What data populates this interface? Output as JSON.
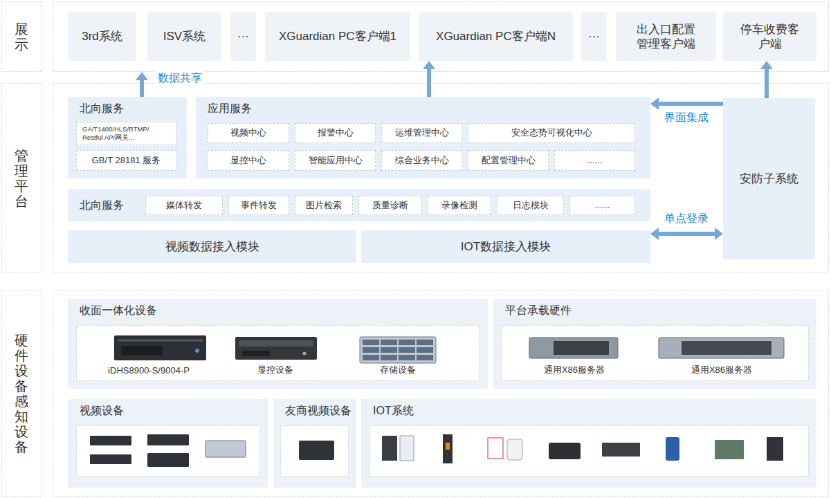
{
  "diagram": {
    "nodes": [
      {
        "text": [
          "展示"
        ]
      },
      {
        "text": [
          "3rd系统"
        ],
        "in": 0
      },
      {
        "text": [
          "ISV系统"
        ],
        "in": 0
      },
      {
        "text": [
          "···"
        ],
        "in": 0
      },
      {
        "text": [
          "XGuardian PC客户端1"
        ],
        "in": 0
      },
      {
        "text": [
          "XGuardian PC客户端N"
        ],
        "in": 0
      },
      {
        "text": [
          "···"
        ],
        "in": 0
      },
      {
        "text": [
          "出入口配置管理客户端"
        ],
        "in": 0
      },
      {
        "text": [
          "停车收费客户端"
        ],
        "in": 0
      },
      {
        "text": [
          "管理平台"
        ]
      },
      {
        "text": [
          "北向服务"
        ],
        "in": 9
      },
      {
        "text": [
          "GA/T1400/HLS/RTMP/ Restful API网关..."
        ],
        "in": 10
      },
      {
        "text": [
          "GB/T 28181 服务"
        ],
        "in": 10
      },
      {
        "text": [
          "应用服务"
        ],
        "in": 9
      },
      {
        "text": [
          "视频中心"
        ],
        "in": 13
      },
      {
        "text": [
          "报警中心"
        ],
        "in": 13
      },
      {
        "text": [
          "运维管理中心"
        ],
        "in": 13
      },
      {
        "text": [
          "安全态势可视化中心"
        ],
        "in": 13
      },
      {
        "text": [
          "显控中心"
        ],
        "in": 13
      },
      {
        "text": [
          "智能应用中心"
        ],
        "in": 13
      },
      {
        "text": [
          "综合业务中心"
        ],
        "in": 13
      },
      {
        "text": [
          "配置管理中心"
        ],
        "in": 13
      },
      {
        "text": [
          "......"
        ],
        "in": 13
      },
      {
        "text": [
          "北向服务"
        ],
        "in": 9
      },
      {
        "text": [
          "媒体转发"
        ],
        "in": 23
      },
      {
        "text": [
          "事件转发"
        ],
        "in": 23
      },
      {
        "text": [
          "图片检索"
        ],
        "in": 23
      },
      {
        "text": [
          "质量诊断"
        ],
        "in": 23
      },
      {
        "text": [
          "录像检测"
        ],
        "in": 23
      },
      {
        "text": [
          "日志模块"
        ],
        "in": 23
      },
      {
        "text": [
          "......"
        ],
        "in": 23
      },
      {
        "text": [
          "视频数据接入模块"
        ],
        "in": 9
      },
      {
        "text": [
          "IOT数据接入模块"
        ],
        "in": 9
      },
      {
        "text": [
          "安防子系统"
        ],
        "in": 9
      },
      {
        "text": [
          "硬件设备感知设备"
        ]
      },
      {
        "text": [
          "收面一体化设备"
        ],
        "in": 34
      },
      {
        "text": [
          "平台承载硬件"
        ],
        "in": 34
      },
      {
        "text": [
          "视频设备"
        ],
        "in": 34
      },
      {
        "text": [
          "友商视频设备"
        ],
        "in": 34
      },
      {
        "text": [
          "IOT系统"
        ],
        "in": 34
      }
    ],
    "edges": [
      {
        "from": 10,
        "to": 0,
        "arrow": "to",
        "label": "数据共享"
      },
      {
        "from": 13,
        "to": 5,
        "arrow": "to"
      },
      {
        "from": 33,
        "to": 13,
        "arrow": "to",
        "label": "界面集成"
      },
      {
        "from": 32,
        "to": 33,
        "arrow": "both",
        "label": "单点登录"
      },
      {
        "from": 33,
        "to": 8,
        "arrow": "to"
      }
    ],
    "labels": [
      "iDHS8900-S/9004-P",
      "显控设备",
      "存储设备",
      "通用X86服务器",
      "通用X86服务器"
    ]
  }
}
